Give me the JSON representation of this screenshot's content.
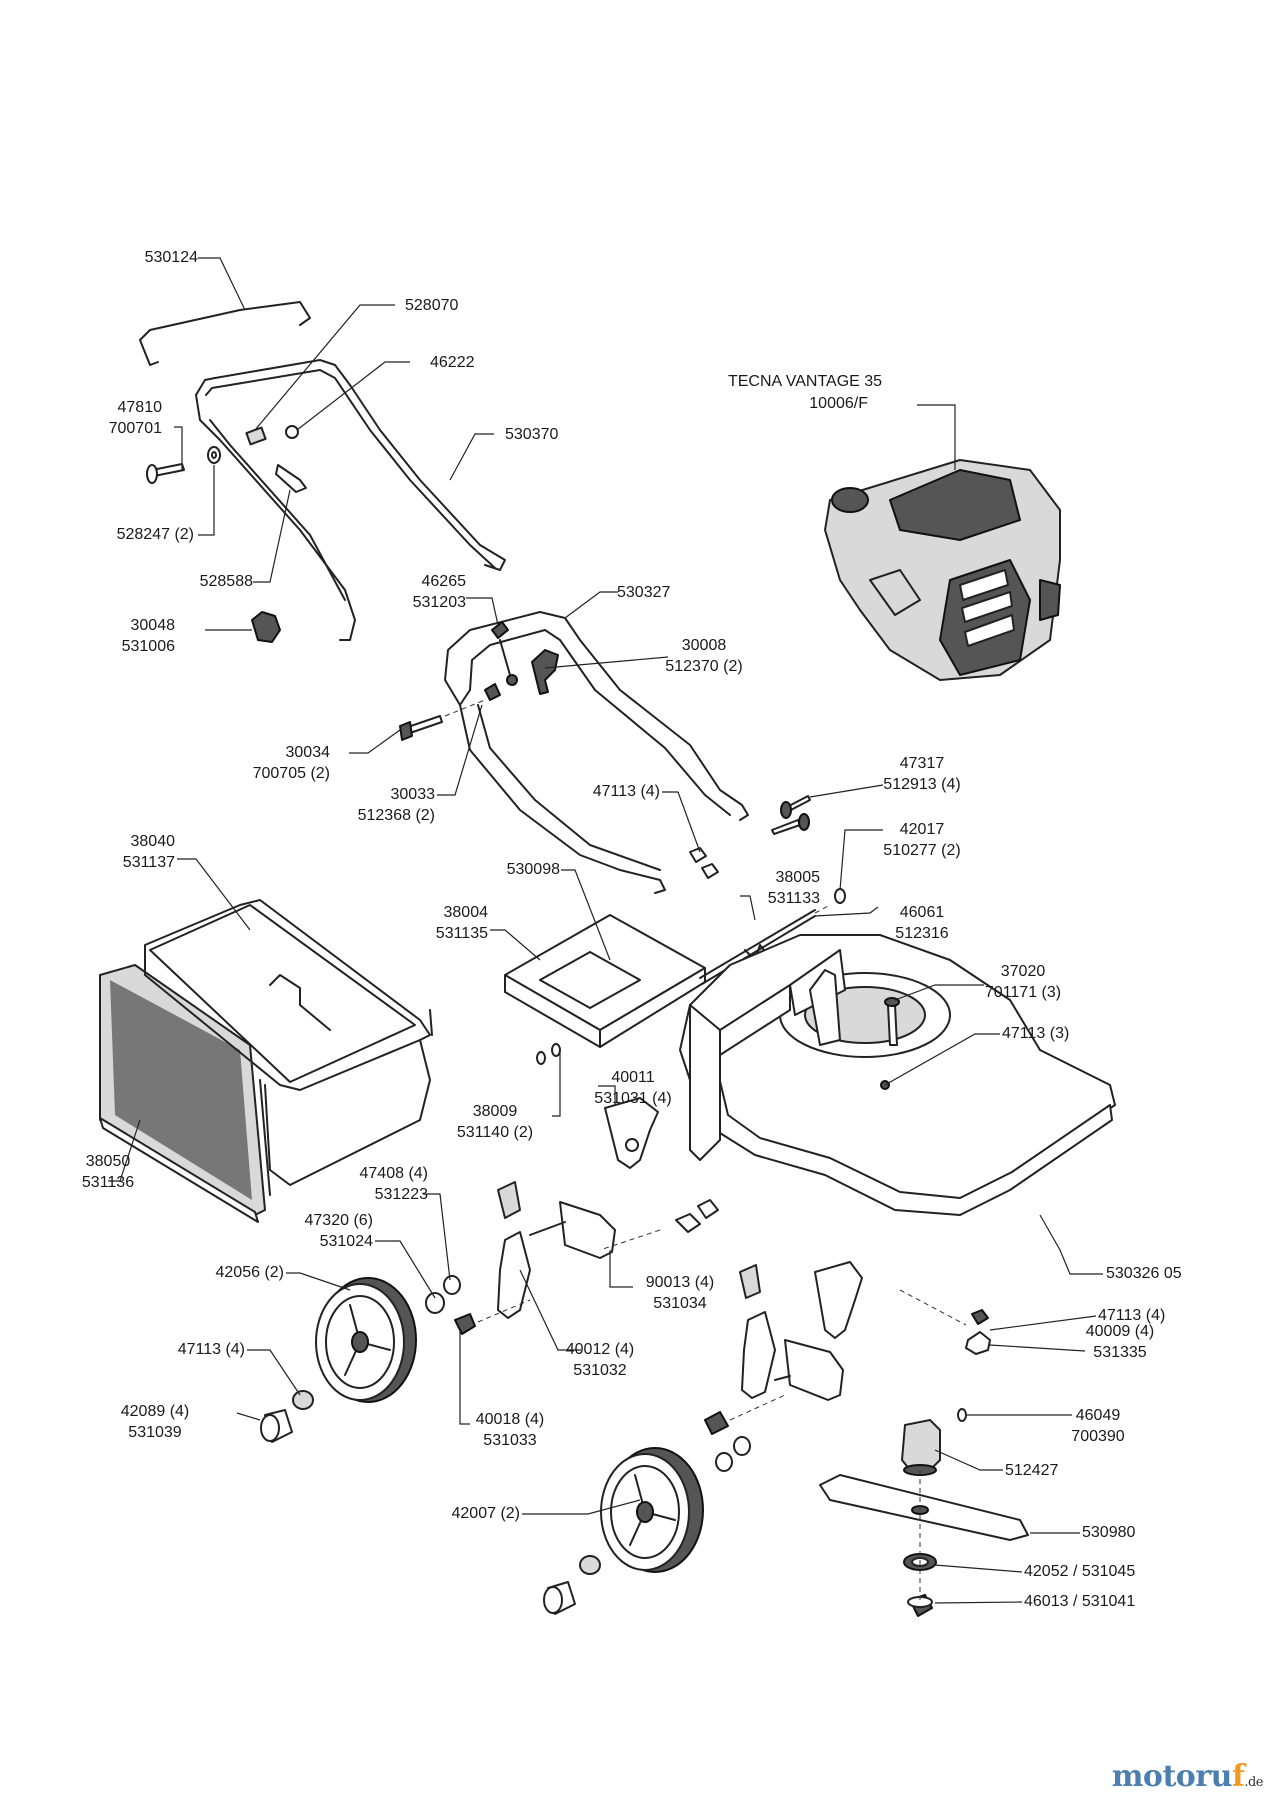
{
  "engine": {
    "model": "TECNA VANTAGE 35",
    "code": "10006/F"
  },
  "labels": [
    {
      "id": "530124",
      "lines": [
        "530124"
      ]
    },
    {
      "id": "528070",
      "lines": [
        "528070"
      ]
    },
    {
      "id": "46222",
      "lines": [
        "46222"
      ]
    },
    {
      "id": "47810",
      "lines": [
        "47810",
        "700701"
      ]
    },
    {
      "id": "530370",
      "lines": [
        "530370"
      ]
    },
    {
      "id": "528247",
      "lines": [
        "528247 (2)"
      ]
    },
    {
      "id": "528588",
      "lines": [
        "528588"
      ]
    },
    {
      "id": "46265",
      "lines": [
        "46265",
        "531203"
      ]
    },
    {
      "id": "530327",
      "lines": [
        "530327"
      ]
    },
    {
      "id": "30048",
      "lines": [
        "30048",
        "531006"
      ]
    },
    {
      "id": "30008",
      "lines": [
        "30008",
        "512370 (2)"
      ]
    },
    {
      "id": "30034",
      "lines": [
        "30034",
        "700705 (2)"
      ]
    },
    {
      "id": "47317",
      "lines": [
        "47317",
        "512913 (4)"
      ]
    },
    {
      "id": "47113a",
      "lines": [
        "47113 (4)"
      ]
    },
    {
      "id": "30033",
      "lines": [
        "30033",
        "512368 (2)"
      ]
    },
    {
      "id": "42017",
      "lines": [
        "42017",
        "510277 (2)"
      ]
    },
    {
      "id": "38040",
      "lines": [
        "38040",
        "531137"
      ]
    },
    {
      "id": "530098",
      "lines": [
        "530098"
      ]
    },
    {
      "id": "38005",
      "lines": [
        "38005",
        "531133"
      ]
    },
    {
      "id": "38004",
      "lines": [
        "38004",
        "531135"
      ]
    },
    {
      "id": "46061",
      "lines": [
        "46061",
        "512316"
      ]
    },
    {
      "id": "37020",
      "lines": [
        "37020",
        "701171 (3)"
      ]
    },
    {
      "id": "47113b",
      "lines": [
        "47113 (3)"
      ]
    },
    {
      "id": "40011",
      "lines": [
        "40011",
        "531031 (4)"
      ]
    },
    {
      "id": "38009",
      "lines": [
        "38009",
        "531140 (2)"
      ]
    },
    {
      "id": "47408",
      "lines": [
        "47408 (4)",
        "531223"
      ]
    },
    {
      "id": "47320",
      "lines": [
        "47320 (6)",
        "531024"
      ]
    },
    {
      "id": "38050",
      "lines": [
        "38050",
        "531136"
      ]
    },
    {
      "id": "42056",
      "lines": [
        "42056 (2)"
      ]
    },
    {
      "id": "530326",
      "lines": [
        "530326 05"
      ]
    },
    {
      "id": "90013",
      "lines": [
        "90013 (4)",
        "531034"
      ]
    },
    {
      "id": "47113c",
      "lines": [
        "47113 (4)"
      ]
    },
    {
      "id": "40009",
      "lines": [
        "40009 (4)",
        "531335"
      ]
    },
    {
      "id": "47113d",
      "lines": [
        "47113 (4)"
      ]
    },
    {
      "id": "40012",
      "lines": [
        "40012 (4)",
        "531032"
      ]
    },
    {
      "id": "42089",
      "lines": [
        "42089 (4)",
        "531039"
      ]
    },
    {
      "id": "40018",
      "lines": [
        "40018 (4)",
        "531033"
      ]
    },
    {
      "id": "46049",
      "lines": [
        "46049",
        "700390"
      ]
    },
    {
      "id": "512427",
      "lines": [
        "512427"
      ]
    },
    {
      "id": "42007",
      "lines": [
        "42007  (2)"
      ]
    },
    {
      "id": "530980",
      "lines": [
        "530980"
      ]
    },
    {
      "id": "42052",
      "lines": [
        "42052 / 531045"
      ]
    },
    {
      "id": "46013",
      "lines": [
        "46013 / 531041"
      ]
    }
  ],
  "logo": {
    "main": "motoru",
    "accent": "f",
    "suffix": ".de"
  }
}
